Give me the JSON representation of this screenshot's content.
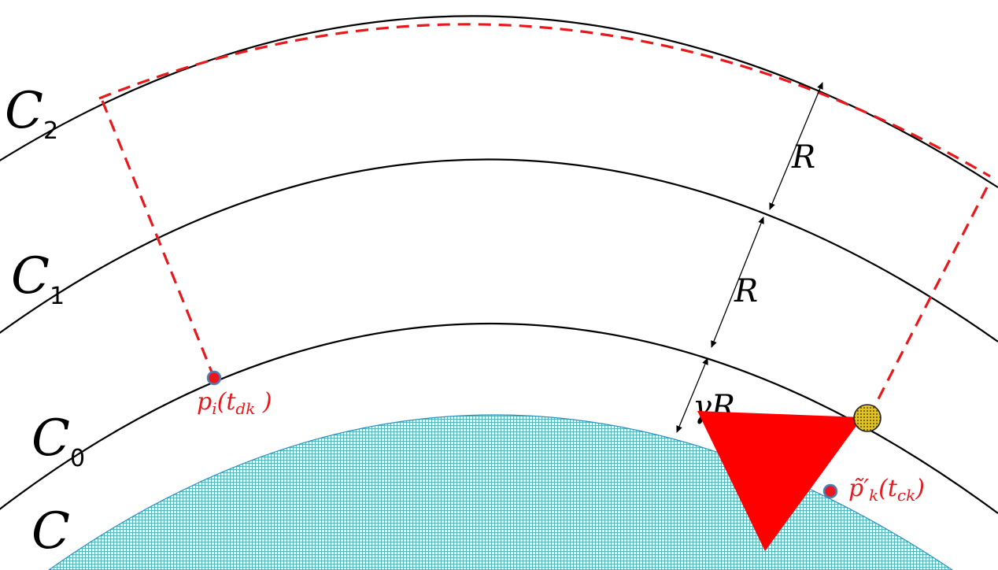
{
  "diagram": {
    "curve_labels": {
      "c2": {
        "letter": "C",
        "sub": "2"
      },
      "c1": {
        "letter": "C",
        "sub": "1"
      },
      "c0": {
        "letter": "C",
        "sub": "0"
      },
      "c": {
        "letter": "C"
      }
    },
    "distance_labels": {
      "upper": "R",
      "middle": "R",
      "lower": "γR"
    },
    "point_labels": {
      "pi": {
        "main": "p",
        "sub": "i",
        "arg": "(t",
        "arg_sub": "dk",
        "close": " )"
      },
      "pk": {
        "main": "p̃′",
        "sub": "k",
        "arg": "(t",
        "arg_sub": "ck",
        "close": ")"
      }
    },
    "colors": {
      "curve": "#000000",
      "dashed": "#e8181b",
      "region_fill": "#5ec6c9",
      "region_edge": "#2a8fc0",
      "triangle": "#ff0000",
      "point": "#e8181b",
      "point_ring": "#4a7fc0",
      "agent": "#e3c21a"
    }
  }
}
